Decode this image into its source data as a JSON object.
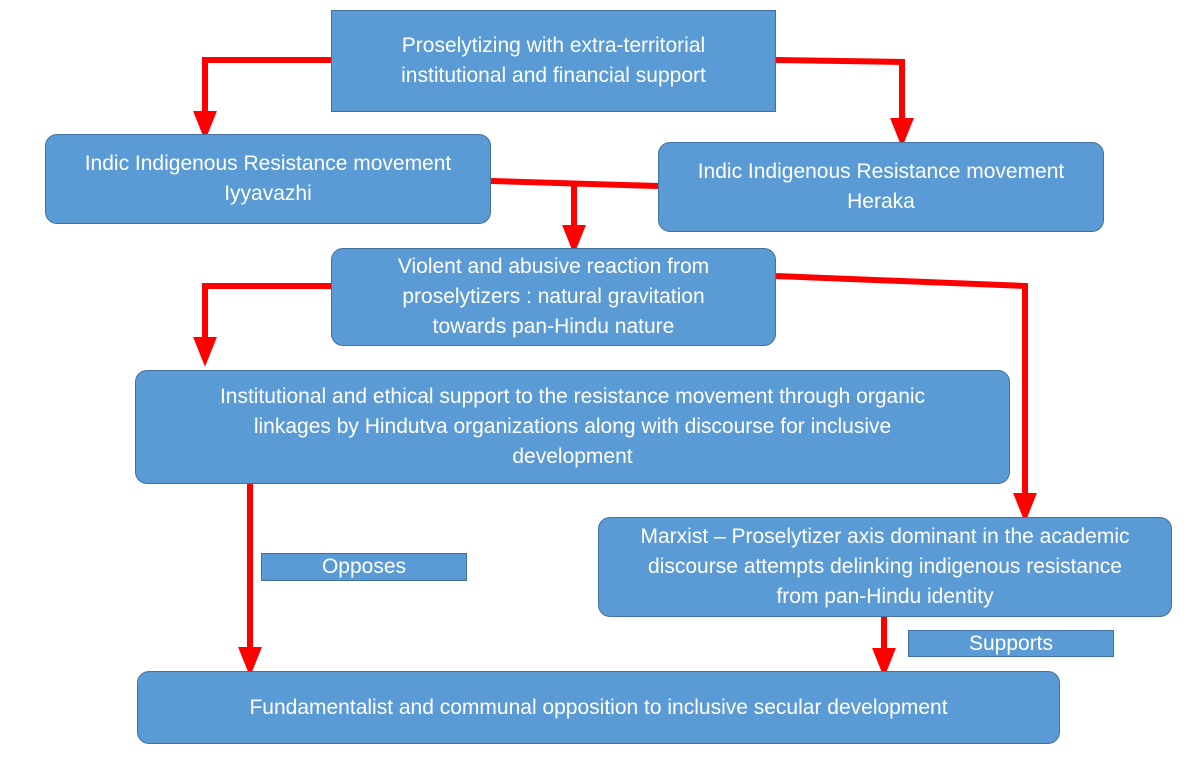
{
  "nodes": {
    "top": {
      "line1": "Proselytizing with extra-territorial",
      "line2": "institutional and financial support"
    },
    "iyyavazhi": {
      "line1": "Indic Indigenous Resistance movement",
      "line2": "Iyyavazhi"
    },
    "heraka": {
      "line1": "Indic Indigenous Resistance movement",
      "line2": "Heraka"
    },
    "violent": {
      "line1": "Violent and abusive reaction from",
      "line2": "proselytizers : natural gravitation",
      "line3": "towards pan-Hindu nature"
    },
    "support": {
      "line1": "Institutional and ethical support to the resistance movement through organic",
      "line2": "linkages by Hindutva organizations along with discourse for inclusive",
      "line3": "development"
    },
    "marxist": {
      "line1": "Marxist – Proselytizer axis dominant in the academic",
      "line2": "discourse attempts delinking  indigenous resistance",
      "line3": "from pan-Hindu identity"
    },
    "bottom": {
      "line1": "Fundamentalist and communal opposition to inclusive secular development"
    }
  },
  "edge_labels": {
    "opposes": "Opposes",
    "supports": "Supports"
  },
  "colors": {
    "box_fill": "#5b9bd5",
    "box_border": "#41719c",
    "text": "#ffffff",
    "arrow": "#ff0000"
  }
}
